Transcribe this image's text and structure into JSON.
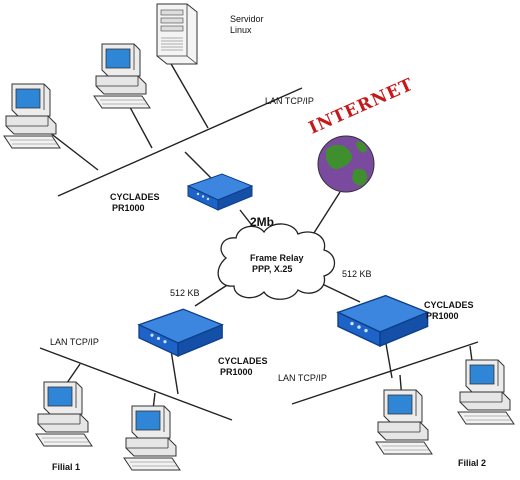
{
  "labels": {
    "server": [
      "Servidor",
      "Linux"
    ],
    "lan_top": "LAN TCP/IP",
    "router_top": [
      "CYCLADES",
      "PR1000"
    ],
    "internet": "INTERNET",
    "link_speed": "2Mb",
    "cloud": [
      "Frame Relay",
      "PPP, X.25"
    ],
    "speed_left": "512 KB",
    "speed_right": "512 KB",
    "router_right": [
      "CYCLADES",
      "PR1000"
    ],
    "router_left": [
      "CYCLADES",
      "PR1000"
    ],
    "lan_left": "LAN TCP/IP",
    "lan_right": "LAN TCP/IP",
    "filial_1": "Filial 1",
    "filial_2": "Filial 2"
  },
  "colors": {
    "router": "#1e63c8",
    "router_dark": "#0d3f8a",
    "screen": "#2f86d6",
    "globe_land": "#3f8f2e",
    "globe_sea": "#7a4a9e",
    "internet_text": "#c61818",
    "line": "#222222"
  },
  "icons": [
    "server-icon",
    "computer-icon",
    "router-icon",
    "cloud-icon",
    "globe-icon"
  ]
}
